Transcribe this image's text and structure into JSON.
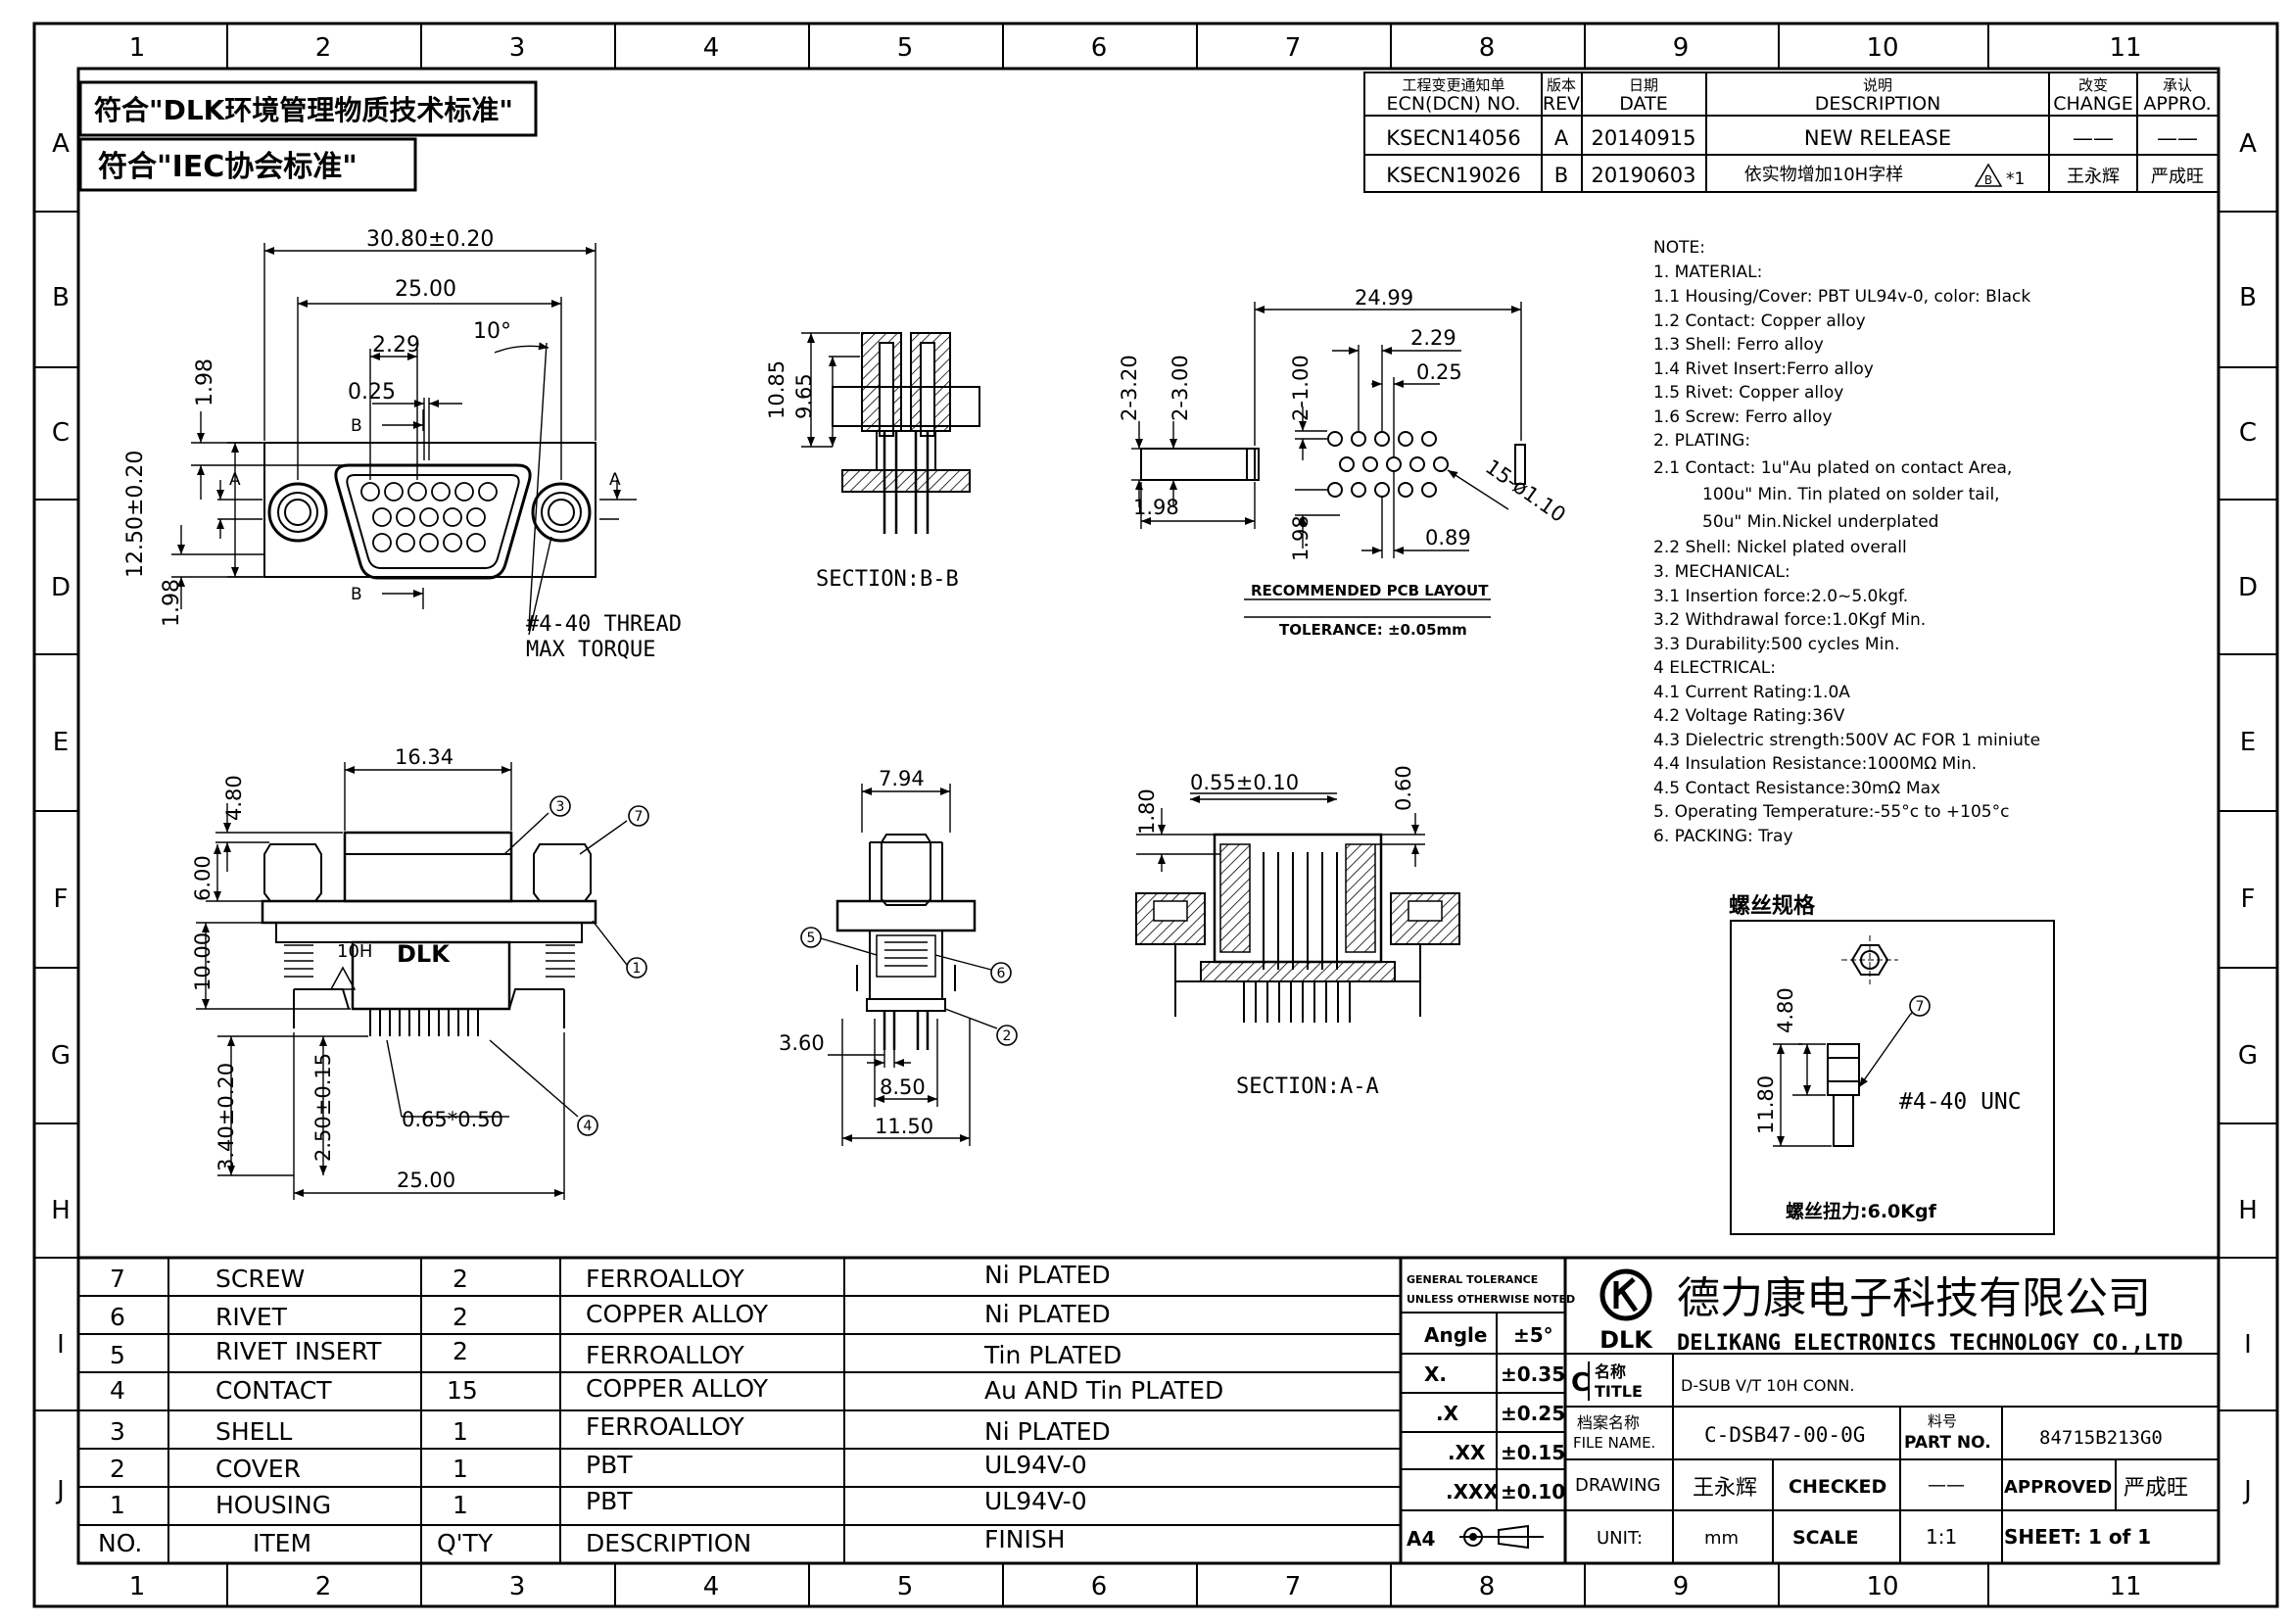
{
  "grid": {
    "columns": [
      "1",
      "2",
      "3",
      "4",
      "5",
      "6",
      "7",
      "8",
      "9",
      "10",
      "11"
    ],
    "rows": [
      "A",
      "B",
      "C",
      "D",
      "E",
      "F",
      "G",
      "H",
      "I",
      "J"
    ]
  },
  "standards": [
    "符合\"DLK环境管理物质技术标准\"",
    "符合\"IEC协会标准\""
  ],
  "revision": {
    "headers": {
      "ecn_cn": "工程变更通知单",
      "ecn": "ECN(DCN) NO.",
      "rev_cn": "版本",
      "rev": "REV",
      "date_cn": "日期",
      "date": "DATE",
      "desc_cn": "说明",
      "desc": "DESCRIPTION",
      "change_cn": "改变",
      "change": "CHANGE",
      "appro_cn": "承认",
      "appro": "APPRO."
    },
    "rows": [
      {
        "ecn": "KSECN14056",
        "rev": "A",
        "date": "20140915",
        "desc": "NEW RELEASE",
        "mark": "",
        "change": "——",
        "appro": "——"
      },
      {
        "ecn": "KSECN19026",
        "rev": "B",
        "date": "20190603",
        "desc": "依实物增加10H字样",
        "mark": "*1",
        "change": "王永辉",
        "appro": "严成旺"
      }
    ]
  },
  "top_view": {
    "dims": [
      "30.80±0.20",
      "25.00",
      "2.29",
      "10°",
      "0.25",
      "1.98",
      "12.50±0.20",
      "1.98"
    ],
    "labels": [
      "B",
      "B",
      "A",
      "A"
    ],
    "thread_note": [
      "#4-40 THREAD",
      "MAX TORQUE"
    ]
  },
  "section_bb": {
    "dims": [
      "10.85",
      "9.65"
    ],
    "caption": "SECTION:B-B"
  },
  "pcb_layout": {
    "dims": [
      "24.99",
      "2.29",
      "0.25",
      "2-3.20",
      "2-3.00",
      "1.98",
      "2-1.00",
      "15-ø1.10",
      "1.98",
      "0.89"
    ],
    "caption": "RECOMMENDED PCB LAYOUT",
    "tolerance": "TOLERANCE: ±0.05mm"
  },
  "notes": [
    "NOTE:",
    "1. MATERIAL:",
    "1.1 Housing/Cover: PBT UL94v-0, color: Black",
    "1.2 Contact: Copper alloy",
    "1.3 Shell: Ferro alloy",
    "1.4 Rivet Insert:Ferro alloy",
    "1.5 Rivet: Copper alloy",
    "1.6 Screw: Ferro alloy",
    "2. PLATING:",
    "2.1 Contact: 1u\"Au plated on contact Area,",
    "100u\" Min. Tin plated on solder tail,",
    "50u\" Min.Nickel underplated",
    "2.2 Shell: Nickel plated overall",
    "3. MECHANICAL:",
    "3.1 Insertion force:2.0~5.0kgf.",
    "3.2 Withdrawal force:1.0Kgf Min.",
    "3.3 Durability:500 cycles Min.",
    "4 ELECTRICAL:",
    "4.1 Current Rating:1.0A",
    "4.2 Voltage Rating:36V",
    "4.3 Dielectric strength:500V AC FOR 1 miniute",
    "4.4 Insulation Resistance:1000MΩ Min.",
    "4.5 Contact Resistance:30mΩ Max",
    "5. Operating Temperature:-55°c to +105°c",
    "6. PACKING: Tray"
  ],
  "front_view": {
    "dims": [
      "16.34",
      "4.80",
      "6.00",
      "10.00",
      "3.40±0.20",
      "2.50±0.15",
      "0.65*0.50",
      "25.00"
    ],
    "marks": [
      "10H",
      "DLK"
    ],
    "balloons": [
      "3",
      "7",
      "1",
      "4"
    ]
  },
  "side_view": {
    "dims": [
      "7.94",
      "3.60",
      "8.50",
      "11.50"
    ],
    "balloons": [
      "5",
      "6",
      "2"
    ]
  },
  "section_aa": {
    "dims": [
      "1.80",
      "0.55±0.10",
      "0.60"
    ],
    "caption": "SECTION:A-A"
  },
  "screw_spec": {
    "title": "螺丝规格",
    "dims": [
      "4.80",
      "11.80"
    ],
    "thread": "#4-40 UNC",
    "balloon": "7",
    "torque": "螺丝扭力:6.0Kgf"
  },
  "bom": {
    "headers": [
      "NO.",
      "ITEM",
      "Q'TY",
      "DESCRIPTION",
      "FINISH"
    ],
    "rows": [
      [
        "7",
        "SCREW",
        "2",
        "FERROALLOY",
        "Ni PLATED"
      ],
      [
        "6",
        "RIVET",
        "2",
        "COPPER ALLOY",
        "Ni PLATED"
      ],
      [
        "5",
        "RIVET INSERT",
        "2",
        "FERROALLOY",
        "Tin PLATED"
      ],
      [
        "4",
        "CONTACT",
        "15",
        "COPPER ALLOY",
        "Au AND Tin PLATED"
      ],
      [
        "3",
        "SHELL",
        "1",
        "FERROALLOY",
        "Ni PLATED"
      ],
      [
        "2",
        "COVER",
        "1",
        "PBT",
        "UL94V-0"
      ],
      [
        "1",
        "HOUSING",
        "1",
        "PBT",
        "UL94V-0"
      ]
    ]
  },
  "tolerance": {
    "title": [
      "GENERAL TOLERANCE",
      "UNLESS OTHERWISE NOTED"
    ],
    "rows": [
      [
        "Angle",
        "±5°"
      ],
      [
        "X.",
        "±0.35"
      ],
      [
        ".X",
        "±0.25"
      ],
      [
        ".XX",
        "±0.15"
      ],
      [
        ".XXX",
        "±0.10"
      ]
    ],
    "paper": "A4"
  },
  "title_block": {
    "company_cn": "德力康电子科技有限公司",
    "company_en": "DELIKANG ELECTRONICS TECHNOLOGY CO.,LTD",
    "logo_text": "DLK",
    "rev_letter": "C",
    "title_label_cn": "名称",
    "title_label": "TITLE",
    "title": "D-SUB V/T 10H CONN.",
    "file_label_cn": "档案名称",
    "file_label": "FILE NAME.",
    "file_name": "C-DSB47-00-0G",
    "part_label_cn": "料号",
    "part_label": "PART NO.",
    "part_no": "84715B213G0",
    "drawing_label": "DRAWING",
    "drawing": "王永辉",
    "checked_label": "CHECKED",
    "checked": "——",
    "approved_label": "APPROVED",
    "approved": "严成旺",
    "unit_label": "UNIT:",
    "unit": "mm",
    "scale_label": "SCALE",
    "scale": "1:1",
    "sheet": "SHEET: 1 of 1"
  }
}
